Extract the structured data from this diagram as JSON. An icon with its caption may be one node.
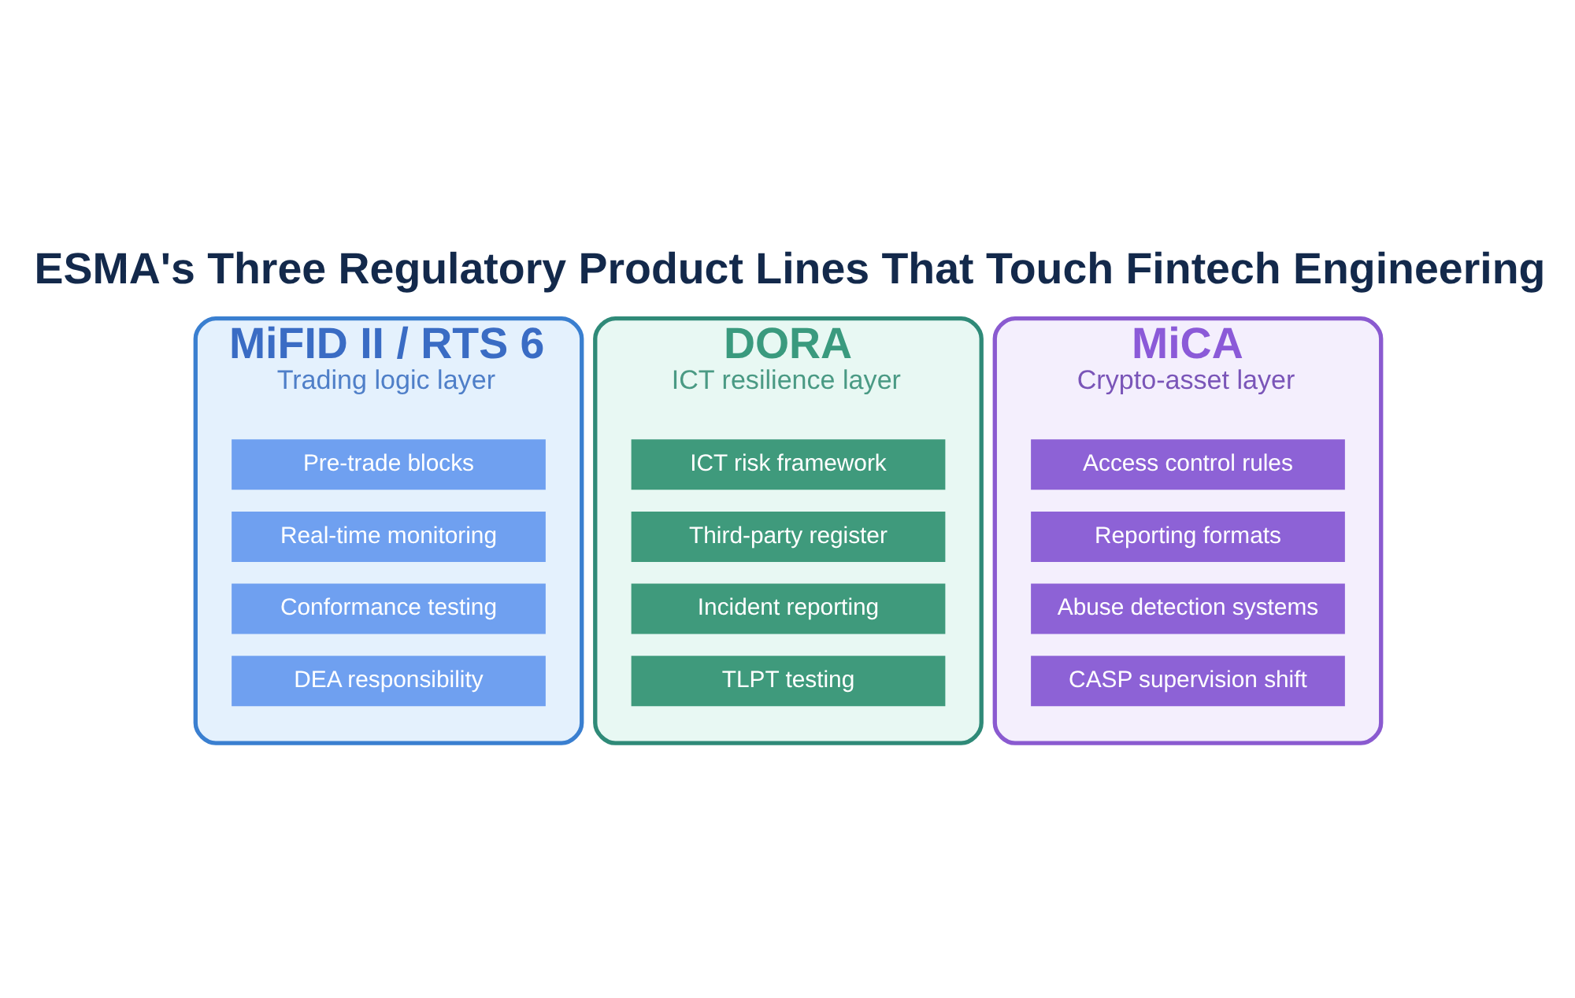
{
  "diagram": {
    "title": "ESMA's Three Regulatory Product Lines That Touch Fintech Engineering",
    "nodes": [
      {
        "text": [
          "MiFID II / RTS 6",
          "Trading logic layer"
        ]
      },
      {
        "text": [
          "Pre-trade blocks"
        ],
        "in": 0
      },
      {
        "text": [
          "Real-time monitoring"
        ],
        "in": 0
      },
      {
        "text": [
          "Conformance testing"
        ],
        "in": 0
      },
      {
        "text": [
          "DEA responsibility"
        ],
        "in": 0
      },
      {
        "text": [
          "DORA",
          "ICT resilience layer"
        ]
      },
      {
        "text": [
          "ICT risk framework"
        ],
        "in": 5
      },
      {
        "text": [
          "Third-party register"
        ],
        "in": 5
      },
      {
        "text": [
          "Incident reporting"
        ],
        "in": 5
      },
      {
        "text": [
          "TLPT testing"
        ],
        "in": 5
      },
      {
        "text": [
          "MiCA",
          "Crypto-asset layer"
        ]
      },
      {
        "text": [
          "Access control rules"
        ],
        "in": 10
      },
      {
        "text": [
          "Reporting formats"
        ],
        "in": 10
      },
      {
        "text": [
          "Abuse detection systems"
        ],
        "in": 10
      },
      {
        "text": [
          "CASP supervision shift"
        ],
        "in": 10
      }
    ],
    "edges": []
  }
}
